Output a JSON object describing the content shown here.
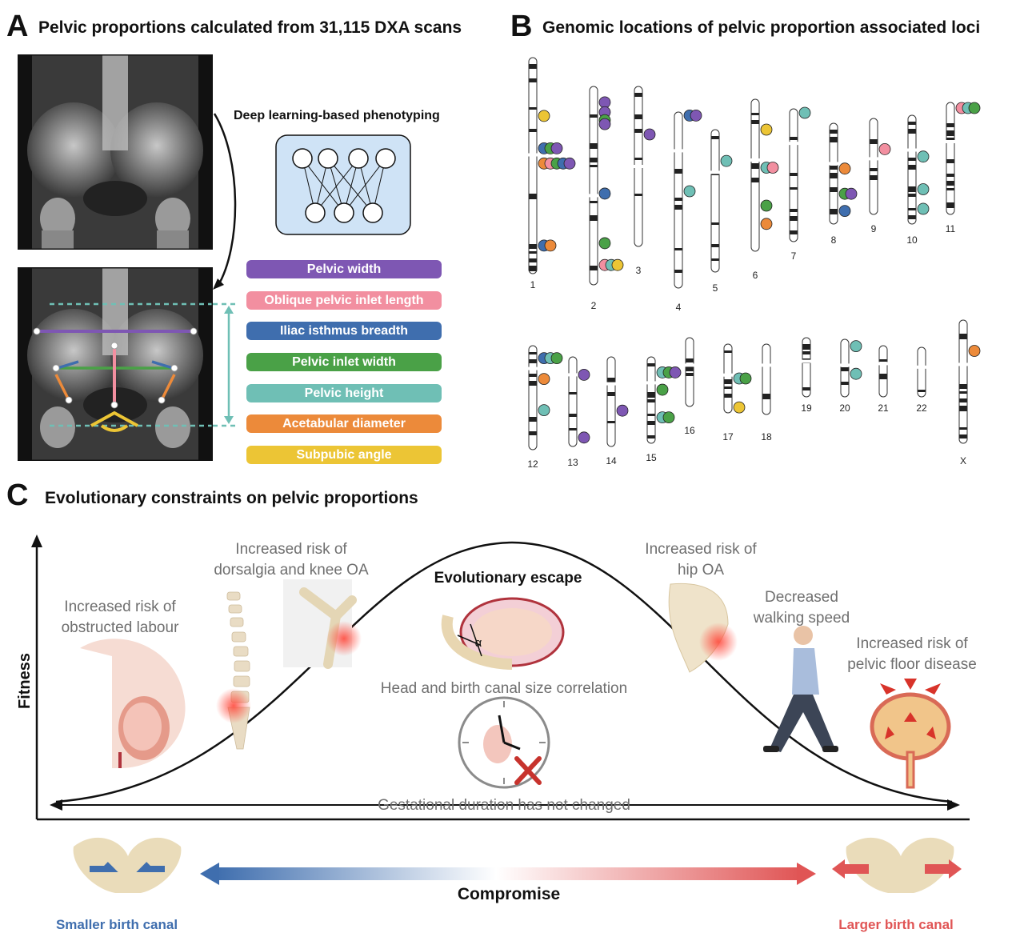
{
  "panel_a": {
    "letter": "A",
    "title": "Pelvic proportions calculated from 31,115 DXA scans",
    "method_label": "Deep learning-based phenotyping",
    "legend": [
      {
        "label": "Pelvic width",
        "color": "#7e57b3"
      },
      {
        "label": "Oblique pelvic inlet length",
        "color": "#f28fa0"
      },
      {
        "label": "Iliac isthmus breadth",
        "color": "#3f6eae"
      },
      {
        "label": "Pelvic inlet width",
        "color": "#4aa147"
      },
      {
        "label": "Pelvic height",
        "color": "#6fbfb5"
      },
      {
        "label": "Acetabular diameter",
        "color": "#ec8a3a"
      },
      {
        "label": "Subpubic angle",
        "color": "#ecc535"
      }
    ]
  },
  "panel_b": {
    "letter": "B",
    "title": "Genomic locations of pelvic proportion associated loci",
    "chromosomes": [
      "1",
      "2",
      "3",
      "4",
      "5",
      "6",
      "7",
      "8",
      "9",
      "10",
      "11",
      "12",
      "13",
      "14",
      "15",
      "16",
      "17",
      "18",
      "19",
      "20",
      "21",
      "22",
      "X"
    ]
  },
  "panel_c": {
    "letter": "C",
    "title": "Evolutionary constraints on pelvic proportions",
    "y_axis_label": "Fitness",
    "left_risk": "Increased risk of\nobstructed labour",
    "mid_left_risk": "Increased risk of\ndorsalgia and knee OA",
    "escape_title": "Evolutionary escape",
    "escape_1": "Head and birth canal size correlation",
    "escape_2": "Gestational duration has not changed",
    "right_risk_1": "Increased risk of\nhip OA",
    "right_risk_2": "Decreased\nwalking speed",
    "right_risk_3": "Increased risk of\npelvic floor disease",
    "compromise": "Compromise",
    "smaller": "Smaller birth canal",
    "larger": "Larger birth canal",
    "alpha_symbol": "α",
    "colors": {
      "blue": "#3f6eae",
      "red": "#e05555"
    }
  }
}
